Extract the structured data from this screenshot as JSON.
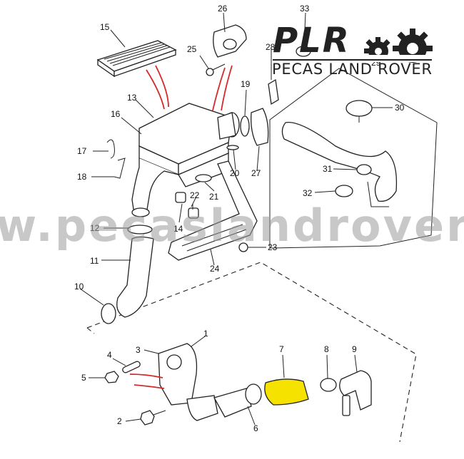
{
  "logo": {
    "text": "PLR",
    "subtitle": "PECAS LAND ROVER"
  },
  "watermark": {
    "text": "w.pecaslandrover.c"
  },
  "highlight_color": "#f5e200",
  "leader_color": "#d42a2a",
  "part_numbers": [
    "1",
    "2",
    "3",
    "4",
    "5",
    "6",
    "7",
    "8",
    "9",
    "10",
    "11",
    "12",
    "13",
    "14",
    "15",
    "16",
    "17",
    "18",
    "19",
    "20",
    "21",
    "22",
    "23",
    "24",
    "25",
    "26",
    "27",
    "28",
    "29",
    "30",
    "31",
    "32",
    "33"
  ],
  "highlighted_part": "7"
}
